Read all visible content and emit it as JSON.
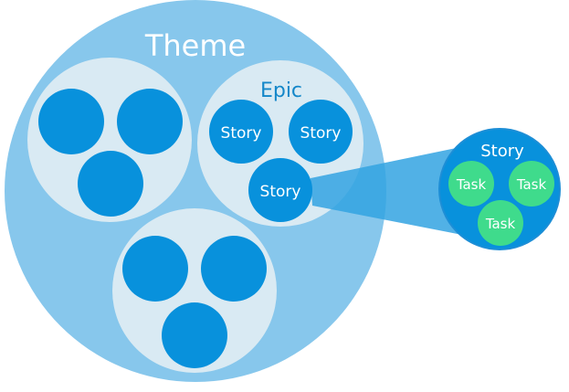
{
  "diagram": {
    "theme": {
      "label": "Theme"
    },
    "epic": {
      "label": "Epic"
    },
    "stories": [
      {
        "label": "Story"
      },
      {
        "label": "Story"
      },
      {
        "label": "Story"
      }
    ],
    "zoom": {
      "story_label": "Story",
      "tasks": [
        {
          "label": "Task"
        },
        {
          "label": "Task"
        },
        {
          "label": "Task"
        }
      ]
    }
  },
  "colors": {
    "background": "#ffffff",
    "theme_fill": "#87c7ec",
    "group_fill": "#d9eaf3",
    "story_fill": "#0891dc",
    "zoom_beam": "#33a3e2",
    "zoom_ring": "#1d8ed6",
    "task_fill": "#3fdb8c",
    "text_light": "#ffffff",
    "epic_text": "#1487c9"
  }
}
